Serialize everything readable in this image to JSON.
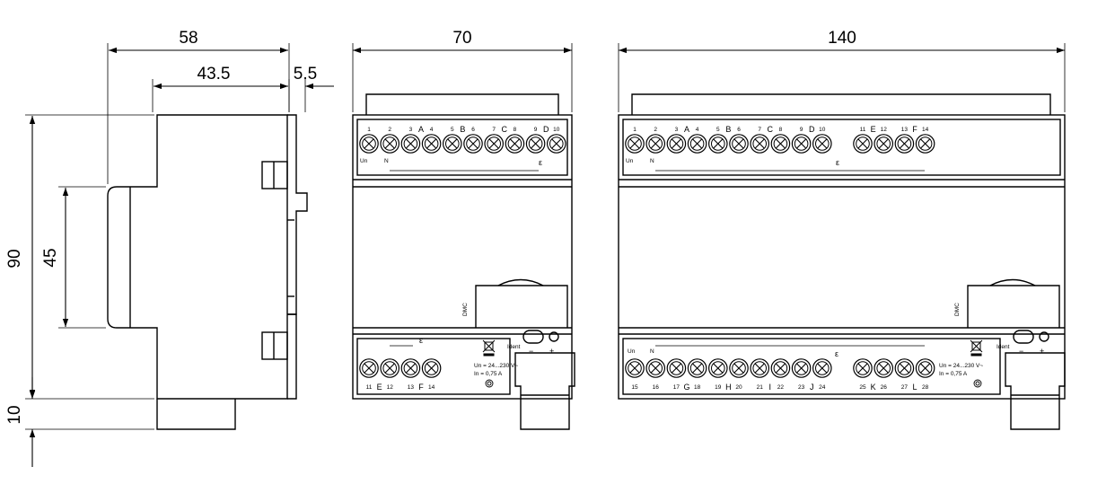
{
  "dimensions": {
    "side_width": "58",
    "side_depth": "43.5",
    "side_offset": "5.5",
    "height": "90",
    "front_height": "45",
    "rail_depth": "10",
    "width_small": "70",
    "width_large": "140"
  },
  "small_module": {
    "top_numbers": [
      "1",
      "2",
      "3",
      "4",
      "5",
      "6",
      "7",
      "8",
      "9",
      "10"
    ],
    "top_channels": [
      "A",
      "B",
      "C",
      "D"
    ],
    "top_un": "Un",
    "top_n": "N",
    "top_eps": "ε",
    "bottom_numbers": [
      "11",
      "12",
      "13",
      "14"
    ],
    "bottom_channels": [
      "E",
      "F"
    ],
    "bottom_eps": "ε",
    "voltage": "Un = 24...230 V~",
    "current": "In = 0,75 A",
    "ident": "Ident",
    "minus": "−",
    "plus": "+",
    "dmc": "DMC"
  },
  "large_module": {
    "top_numbers": [
      "1",
      "2",
      "3",
      "4",
      "5",
      "6",
      "7",
      "8",
      "9",
      "10",
      "11",
      "12",
      "13",
      "14"
    ],
    "top_channels": [
      "A",
      "B",
      "C",
      "D",
      "E",
      "F"
    ],
    "top_un": "Un",
    "top_n": "N",
    "top_eps": "ε",
    "bottom_numbers": [
      "15",
      "16",
      "17",
      "18",
      "19",
      "20",
      "21",
      "22",
      "23",
      "24",
      "25",
      "26",
      "27",
      "28"
    ],
    "bottom_channels": [
      "G",
      "H",
      "I",
      "J",
      "K",
      "L"
    ],
    "bottom_un": "Un",
    "bottom_n": "N",
    "bottom_eps": "ε",
    "voltage": "Un = 24...230 V~",
    "current": "In = 0,75 A",
    "ident": "Ident",
    "minus": "−",
    "plus": "+",
    "dmc": "DMC"
  }
}
